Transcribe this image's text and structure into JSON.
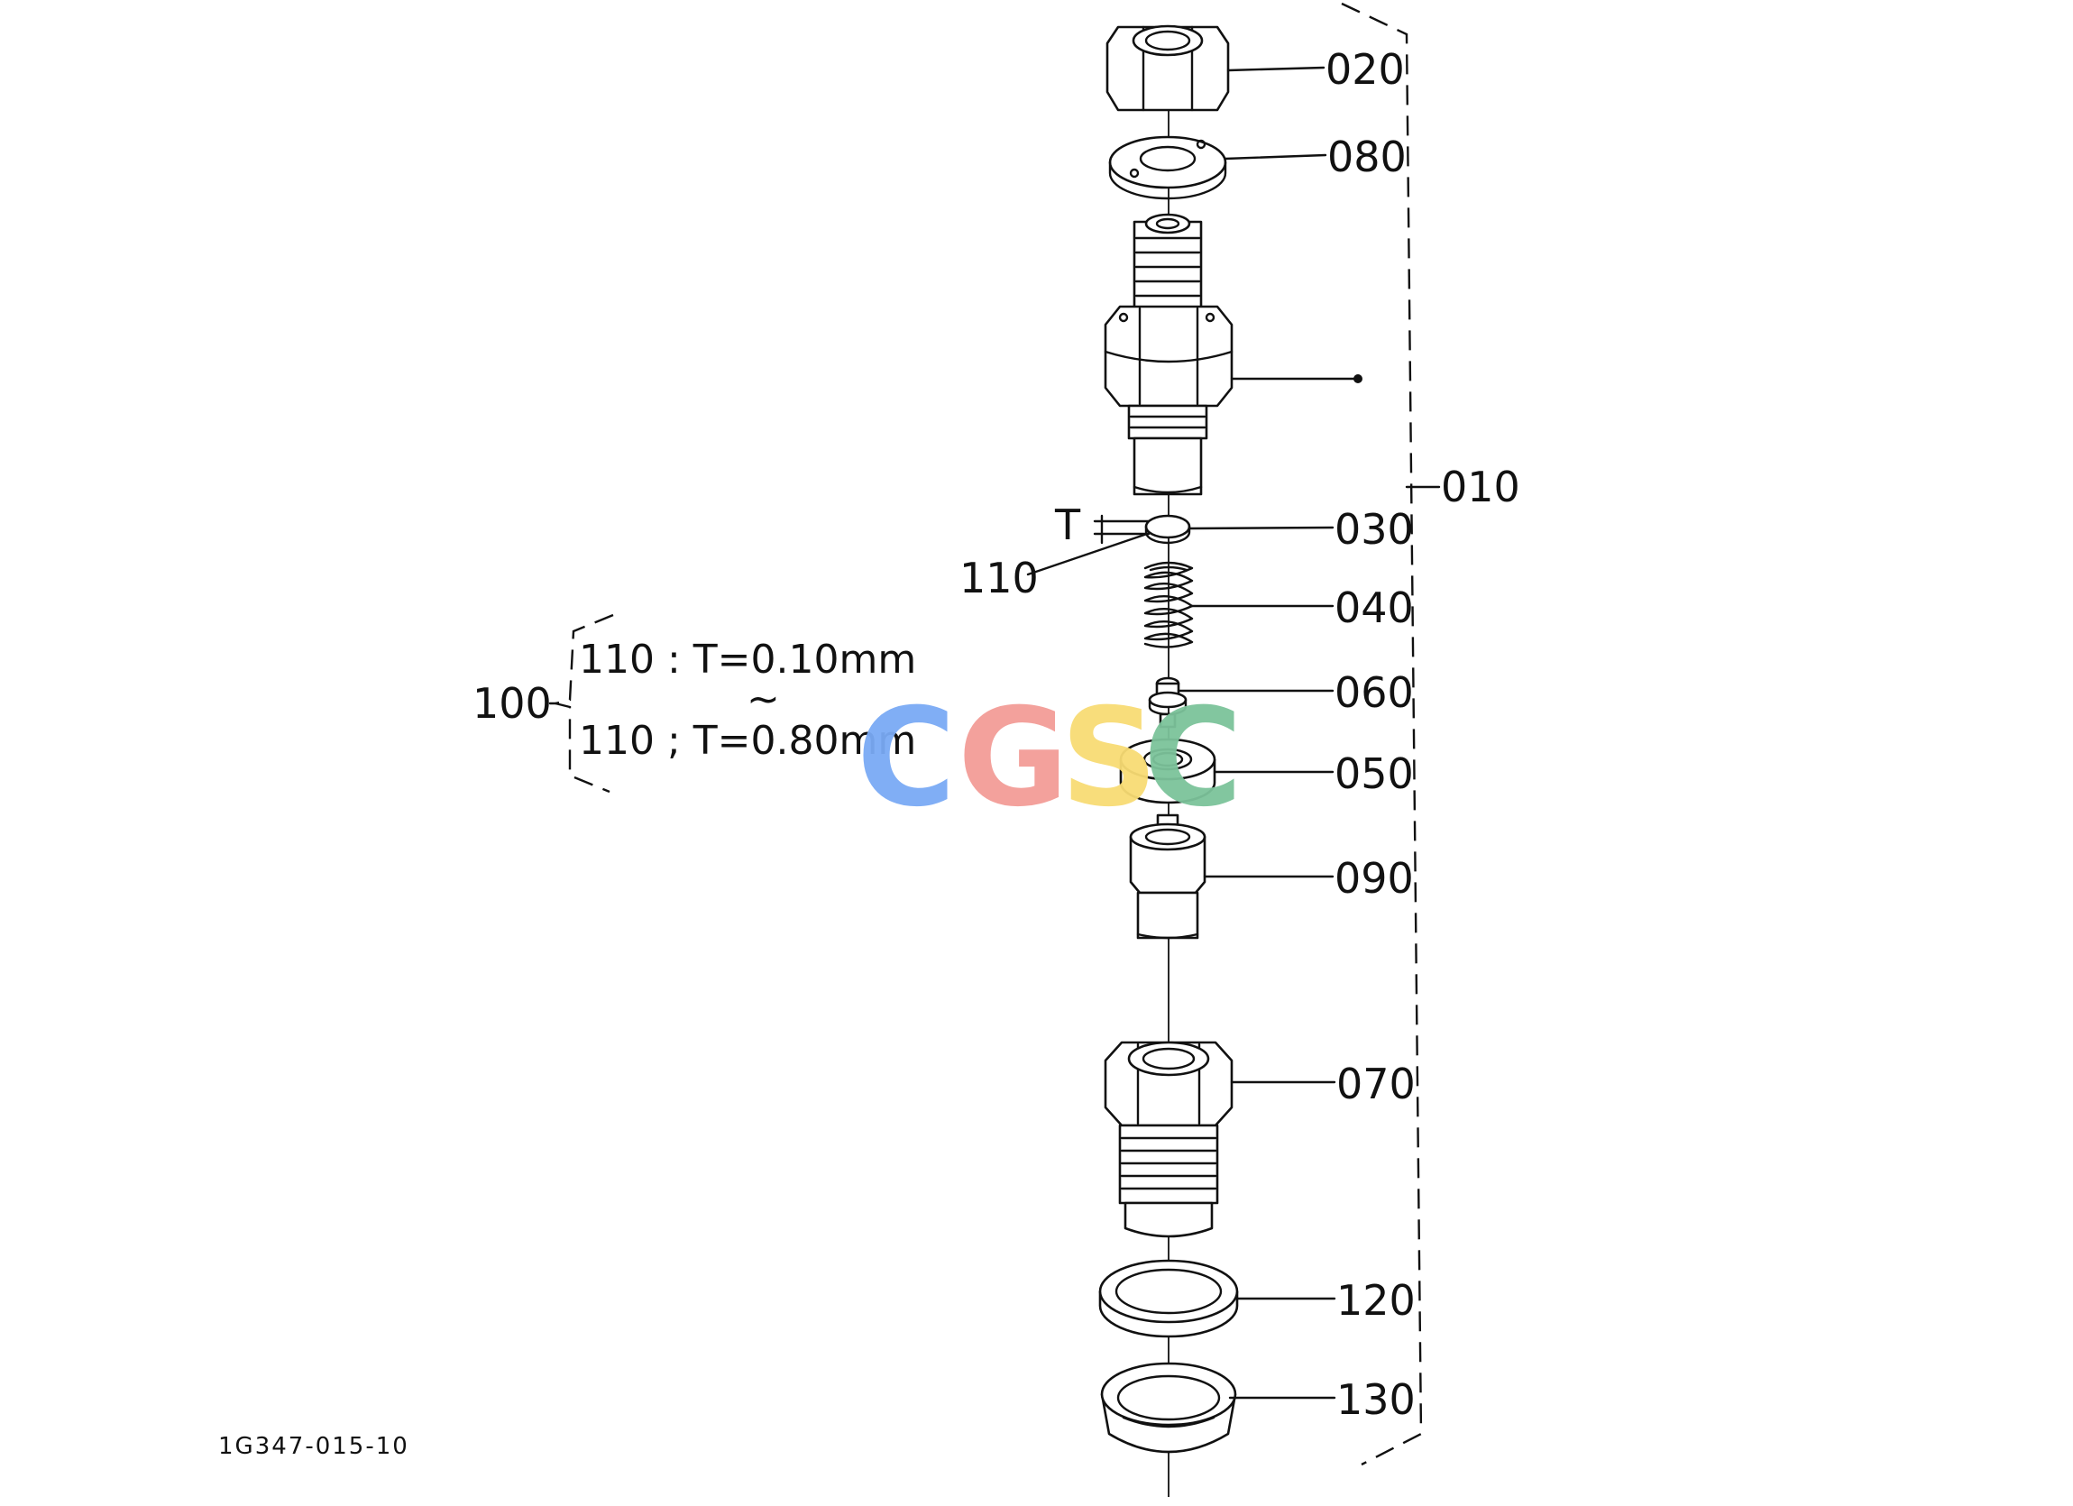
{
  "diagram": {
    "figure_code": "1G347-015-10",
    "parts": {
      "p020": "020",
      "p080": "080",
      "p010": "010",
      "p030": "030",
      "p040": "040",
      "p060": "060",
      "p050": "050",
      "p090": "090",
      "p070": "070",
      "p120": "120",
      "p130": "130",
      "p110": "110",
      "p100": "100"
    },
    "thickness_label": "T",
    "range_note": {
      "line1": "110 : T=0.10mm",
      "tilde": "~",
      "line2": "110 ; T=0.80mm"
    },
    "watermark": {
      "letters": [
        "C",
        "G",
        "S",
        "C"
      ],
      "colors": [
        "#7aaaf5",
        "#f39c97",
        "#f8dc74",
        "#7cc39a"
      ]
    }
  }
}
